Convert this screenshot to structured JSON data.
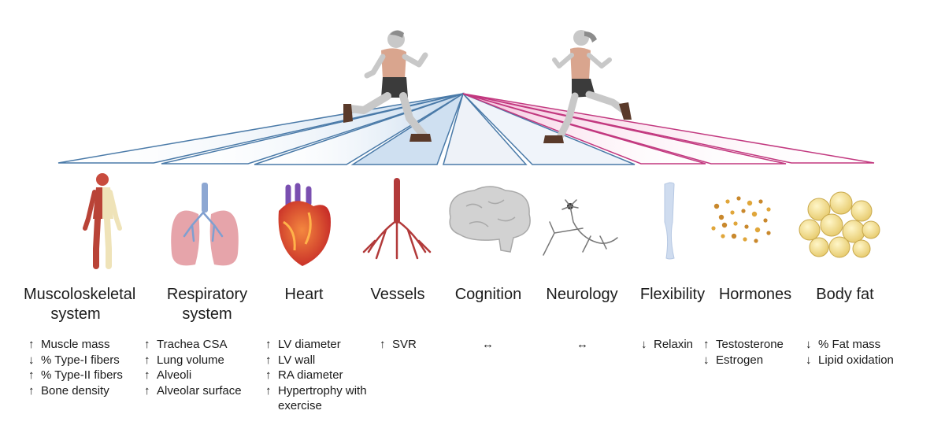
{
  "systems": [
    {
      "id": "musculoskeletal",
      "title": "Muscoloskeletal system",
      "facts": [
        {
          "arrow": "↑",
          "text": "Muscle mass"
        },
        {
          "arrow": "↓",
          "text": "% Type-I fibers"
        },
        {
          "arrow": "↑",
          "text": "% Type-II fibers"
        },
        {
          "arrow": "↑",
          "text": "Bone density"
        }
      ]
    },
    {
      "id": "respiratory",
      "title": "Respiratory system",
      "facts": [
        {
          "arrow": "↑",
          "text": "Trachea CSA"
        },
        {
          "arrow": "↑",
          "text": "Lung volume"
        },
        {
          "arrow": "↑",
          "text": "Alveoli"
        },
        {
          "arrow": "↑",
          "text": "Alveolar surface"
        }
      ]
    },
    {
      "id": "heart",
      "title": "Heart",
      "facts": [
        {
          "arrow": "↑",
          "text": "LV diameter"
        },
        {
          "arrow": "↑",
          "text": "LV wall"
        },
        {
          "arrow": "↑",
          "text": "RA diameter"
        },
        {
          "arrow": "↑",
          "text": "Hypertrophy with exercise"
        }
      ]
    },
    {
      "id": "vessels",
      "title": "Vessels",
      "facts": [
        {
          "arrow": "↑",
          "text": "SVR"
        }
      ]
    },
    {
      "id": "cognition",
      "title": "Cognition",
      "facts": [
        {
          "arrow": "↔",
          "text": ""
        }
      ]
    },
    {
      "id": "neurology",
      "title": "Neurology",
      "facts": [
        {
          "arrow": "↔",
          "text": ""
        }
      ]
    },
    {
      "id": "flexibility",
      "title": "Flexibility",
      "facts": [
        {
          "arrow": "↓",
          "text": "Relaxin"
        }
      ]
    },
    {
      "id": "hormones",
      "title": "Hormones",
      "facts": [
        {
          "arrow": "↑",
          "text": "Testosterone"
        },
        {
          "arrow": "↓",
          "text": "Estrogen"
        }
      ]
    },
    {
      "id": "bodyfat",
      "title": "Body fat",
      "facts": [
        {
          "arrow": "↓",
          "text": "% Fat mass"
        },
        {
          "arrow": "↓",
          "text": "Lipid oxidation"
        }
      ]
    }
  ],
  "colors": {
    "male_fan": "#4a7aa8",
    "male_fill": "#cfe0f1",
    "neutral_fill": "#eef2f8",
    "female_fan": "#c2387f",
    "female_fill": "#f4c7de",
    "skin": "#d9a58e",
    "shorts": "#3b3b3b"
  }
}
